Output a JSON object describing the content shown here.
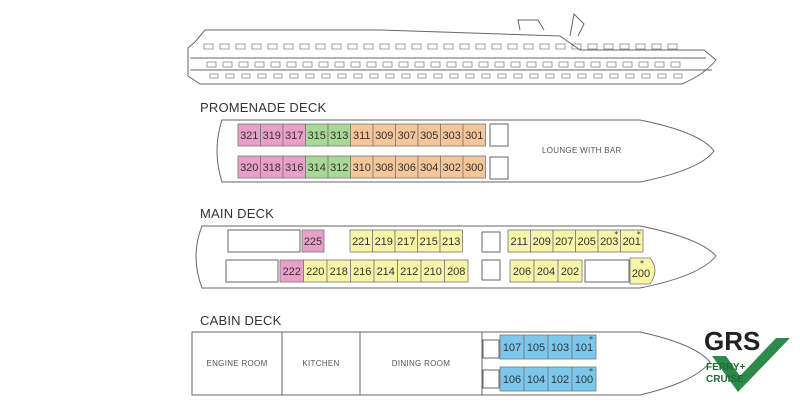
{
  "colors": {
    "pink": "#e8a0c8",
    "green": "#a8d898",
    "orange": "#f4c69a",
    "yellow": "#f8f4a8",
    "blue": "#7cc8ec",
    "line": "#666666",
    "logo_green": "#2e8a4a"
  },
  "decks": {
    "promenade": {
      "title": "PROMENADE DECK",
      "lounge": "LOUNGE WITH BAR",
      "top": [
        {
          "num": "321",
          "color": "pink"
        },
        {
          "num": "319",
          "color": "pink"
        },
        {
          "num": "317",
          "color": "pink"
        },
        {
          "num": "315",
          "color": "green"
        },
        {
          "num": "313",
          "color": "green"
        },
        {
          "num": "311",
          "color": "orange"
        },
        {
          "num": "309",
          "color": "orange"
        },
        {
          "num": "307",
          "color": "orange"
        },
        {
          "num": "305",
          "color": "orange"
        },
        {
          "num": "303",
          "color": "orange"
        },
        {
          "num": "301",
          "color": "orange"
        }
      ],
      "bottom": [
        {
          "num": "320",
          "color": "pink"
        },
        {
          "num": "318",
          "color": "pink"
        },
        {
          "num": "316",
          "color": "pink"
        },
        {
          "num": "314",
          "color": "green"
        },
        {
          "num": "312",
          "color": "green"
        },
        {
          "num": "310",
          "color": "orange"
        },
        {
          "num": "308",
          "color": "orange"
        },
        {
          "num": "306",
          "color": "orange"
        },
        {
          "num": "304",
          "color": "orange"
        },
        {
          "num": "302",
          "color": "orange"
        },
        {
          "num": "300",
          "color": "orange"
        }
      ]
    },
    "main": {
      "title": "MAIN DECK",
      "top_aft": [
        {
          "num": "225",
          "color": "pink"
        }
      ],
      "top_mid": [
        {
          "num": "221",
          "color": "yellow"
        },
        {
          "num": "219",
          "color": "yellow"
        },
        {
          "num": "217",
          "color": "yellow"
        },
        {
          "num": "215",
          "color": "yellow"
        },
        {
          "num": "213",
          "color": "yellow"
        }
      ],
      "top_fwd": [
        {
          "num": "211",
          "color": "yellow"
        },
        {
          "num": "209",
          "color": "yellow"
        },
        {
          "num": "207",
          "color": "yellow"
        },
        {
          "num": "205",
          "color": "yellow"
        },
        {
          "num": "203",
          "color": "yellow",
          "star": "*"
        },
        {
          "num": "201",
          "color": "yellow",
          "star": "*"
        }
      ],
      "bottom_aft": [
        {
          "num": "222",
          "color": "pink"
        },
        {
          "num": "220",
          "color": "yellow"
        },
        {
          "num": "218",
          "color": "yellow"
        },
        {
          "num": "216",
          "color": "yellow"
        },
        {
          "num": "214",
          "color": "yellow"
        },
        {
          "num": "212",
          "color": "yellow"
        },
        {
          "num": "210",
          "color": "yellow"
        },
        {
          "num": "208",
          "color": "yellow"
        }
      ],
      "bottom_fwd": [
        {
          "num": "206",
          "color": "yellow"
        },
        {
          "num": "204",
          "color": "yellow"
        },
        {
          "num": "202",
          "color": "yellow"
        }
      ],
      "bow_cabin": {
        "num": "200",
        "color": "yellow",
        "star": "*"
      }
    },
    "cabin": {
      "title": "CABIN DECK",
      "rooms": [
        "ENGINE ROOM",
        "KITCHEN",
        "DINING ROOM"
      ],
      "top": [
        {
          "num": "107",
          "color": "blue"
        },
        {
          "num": "105",
          "color": "blue"
        },
        {
          "num": "103",
          "color": "blue"
        },
        {
          "num": "101",
          "color": "blue",
          "star": "*"
        }
      ],
      "bottom": [
        {
          "num": "106",
          "color": "blue"
        },
        {
          "num": "104",
          "color": "blue"
        },
        {
          "num": "102",
          "color": "blue"
        },
        {
          "num": "100",
          "color": "blue",
          "star": "*"
        }
      ]
    }
  },
  "logo": {
    "grs": "GRS",
    "line1": "FERRY+",
    "line2": "CRUISE"
  }
}
